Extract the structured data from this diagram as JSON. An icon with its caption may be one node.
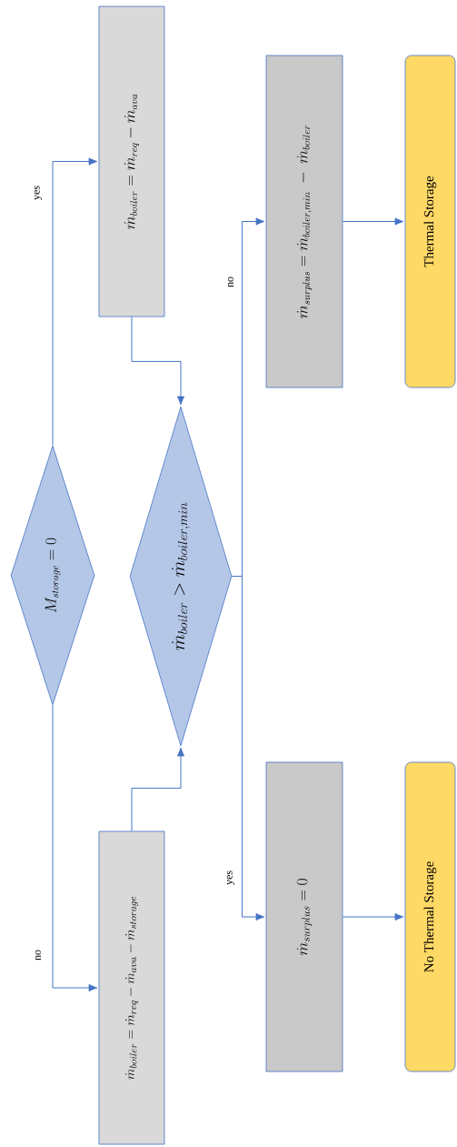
{
  "diagram": {
    "nodes": [
      {
        "text": [
          "M_{storage} = 0"
        ]
      },
      {
        "text": [
          "\\dot{m}_{boiler} = \\dot{m}_{req} - \\dot{m}_{ava}"
        ]
      },
      {
        "text": [
          "\\dot{m}_{boiler} = \\dot{m}_{req} - \\dot{m}_{ava} - \\dot{m}_{storage}"
        ]
      },
      {
        "text": [
          "\\dot{m}_{boiler} > \\dot{m}_{boiler,min}"
        ]
      },
      {
        "text": [
          "\\dot{m}_{surplus} = \\dot{m}_{boiler,min} \\; - \\; \\dot{m}_{boiler}"
        ]
      },
      {
        "text": [
          "\\dot{m}_{surplus} = 0"
        ]
      },
      {
        "text": [
          "Thermal Storage"
        ]
      },
      {
        "text": [
          "No Thermal Storage"
        ]
      }
    ],
    "edges": [
      {
        "from": 0,
        "to": 1,
        "arrow": "to",
        "label": "yes"
      },
      {
        "from": 0,
        "to": 2,
        "arrow": "to",
        "label": "no"
      },
      {
        "from": 1,
        "to": 3,
        "arrow": "to"
      },
      {
        "from": 2,
        "to": 3,
        "arrow": "to"
      },
      {
        "from": 3,
        "to": 4,
        "arrow": "to",
        "label": "no"
      },
      {
        "from": 3,
        "to": 5,
        "arrow": "to",
        "label": "yes"
      },
      {
        "from": 4,
        "to": 6,
        "arrow": "to"
      },
      {
        "from": 5,
        "to": 7,
        "arrow": "to"
      }
    ]
  }
}
